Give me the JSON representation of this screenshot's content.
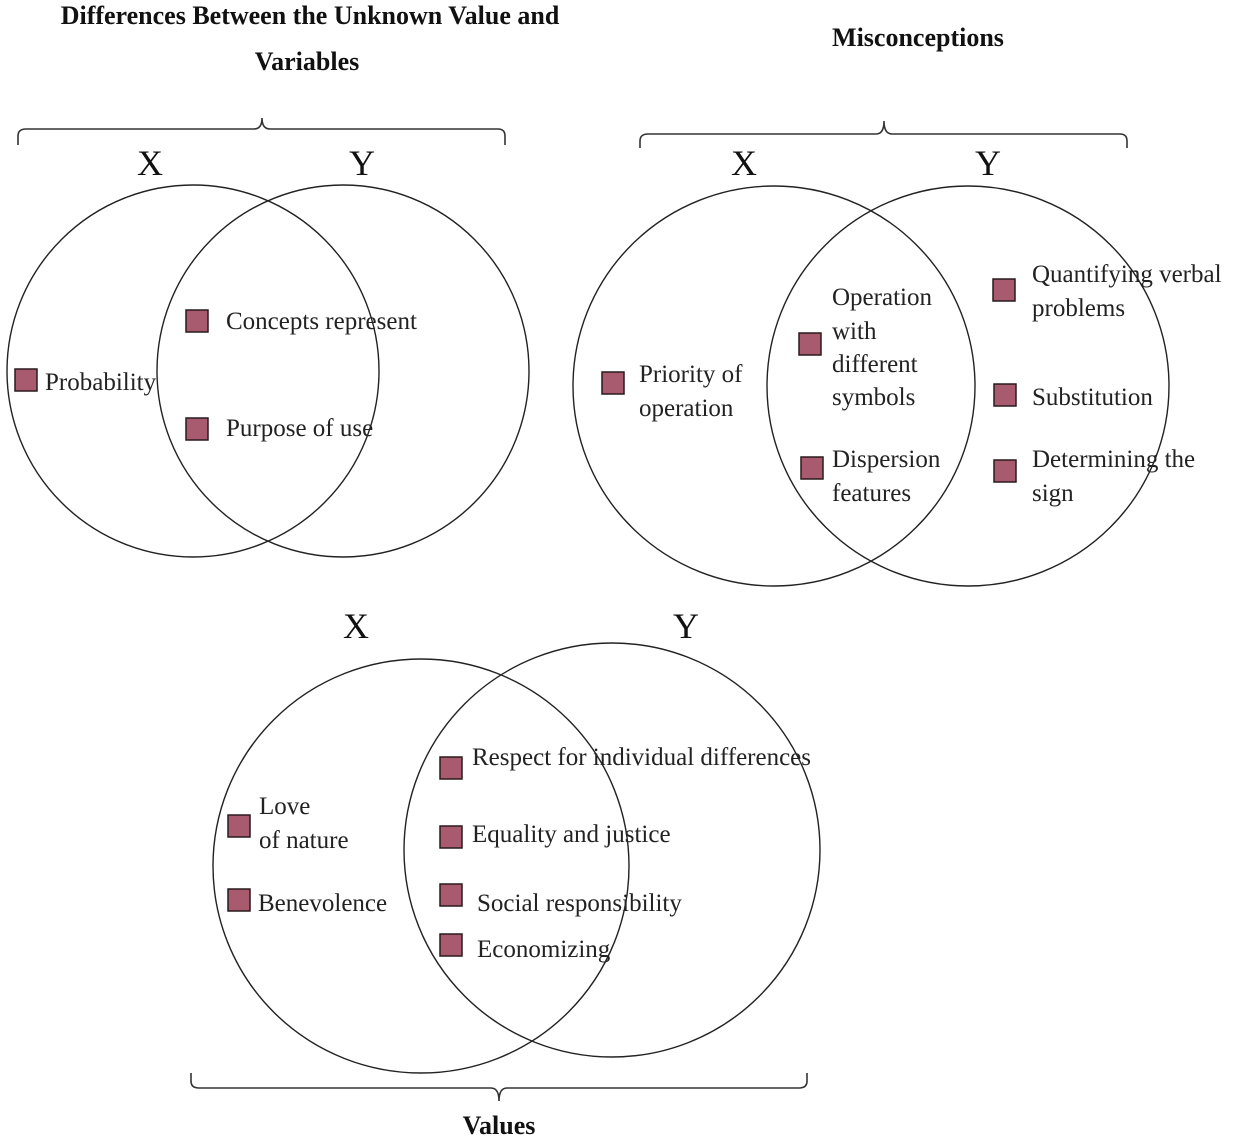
{
  "colors": {
    "marker_fill": "#A85A6E",
    "marker_stroke": "#2A1A1E",
    "line": "#222222"
  },
  "diagrams": [
    {
      "id": "unknown-vs-variables",
      "title_lines": [
        "Differences Between the Unknown Value and",
        "Variables"
      ],
      "set_labels": {
        "x": "X",
        "y": "Y"
      },
      "items": {
        "x_only": [
          [
            "Probability"
          ]
        ],
        "both": [
          [
            "Concepts represent"
          ],
          [
            "Purpose of use"
          ]
        ],
        "y_only": []
      }
    },
    {
      "id": "misconceptions",
      "title_lines": [
        "Misconceptions"
      ],
      "set_labels": {
        "x": "X",
        "y": "Y"
      },
      "items": {
        "x_only": [
          [
            "Priority of",
            "operation"
          ]
        ],
        "both": [
          [
            "Operation",
            "with",
            "different",
            "symbols"
          ],
          [
            "Dispersion",
            "features"
          ]
        ],
        "y_only": [
          [
            "Quantifying verbal",
            "problems"
          ],
          [
            "Substitution"
          ],
          [
            "Determining the",
            "sign"
          ]
        ]
      }
    },
    {
      "id": "values",
      "title_lines": [
        "Values"
      ],
      "set_labels": {
        "x": "X",
        "y": "Y"
      },
      "items": {
        "x_only": [
          [
            "Love",
            "of nature"
          ],
          [
            "Benevolence"
          ]
        ],
        "both": [
          [
            "Respect for individual differences"
          ],
          [
            "Equality and justice"
          ],
          [
            "Social responsibility"
          ],
          [
            "Economizing"
          ]
        ],
        "y_only": []
      }
    }
  ]
}
